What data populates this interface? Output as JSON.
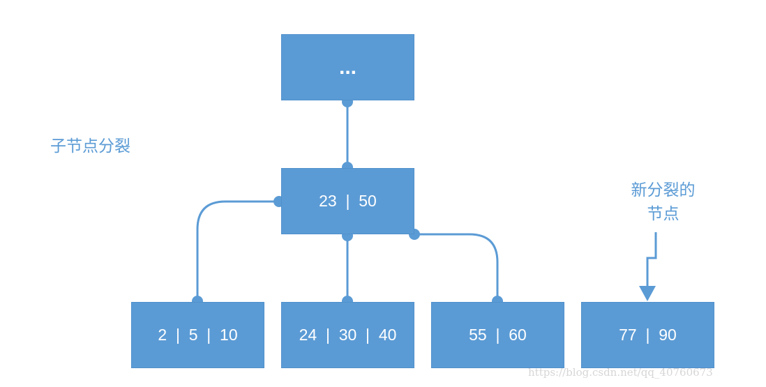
{
  "diagram": {
    "title": "子节点分裂",
    "nodes": {
      "root": "...",
      "middle": "23  |  50",
      "child_1": "2  |  5  |  10",
      "child_2": "24  |  30  |  40",
      "child_3": "55  |  60",
      "new_node": "77  |  90"
    },
    "new_node_label": {
      "line1": "新分裂的",
      "line2": "节点"
    },
    "watermark": "https://blog.csdn.net/qq_40760673"
  },
  "colors": {
    "node_fill": "#5b9bd5",
    "connector": "#5b9bd5",
    "label_text": "#5b9bd5"
  }
}
